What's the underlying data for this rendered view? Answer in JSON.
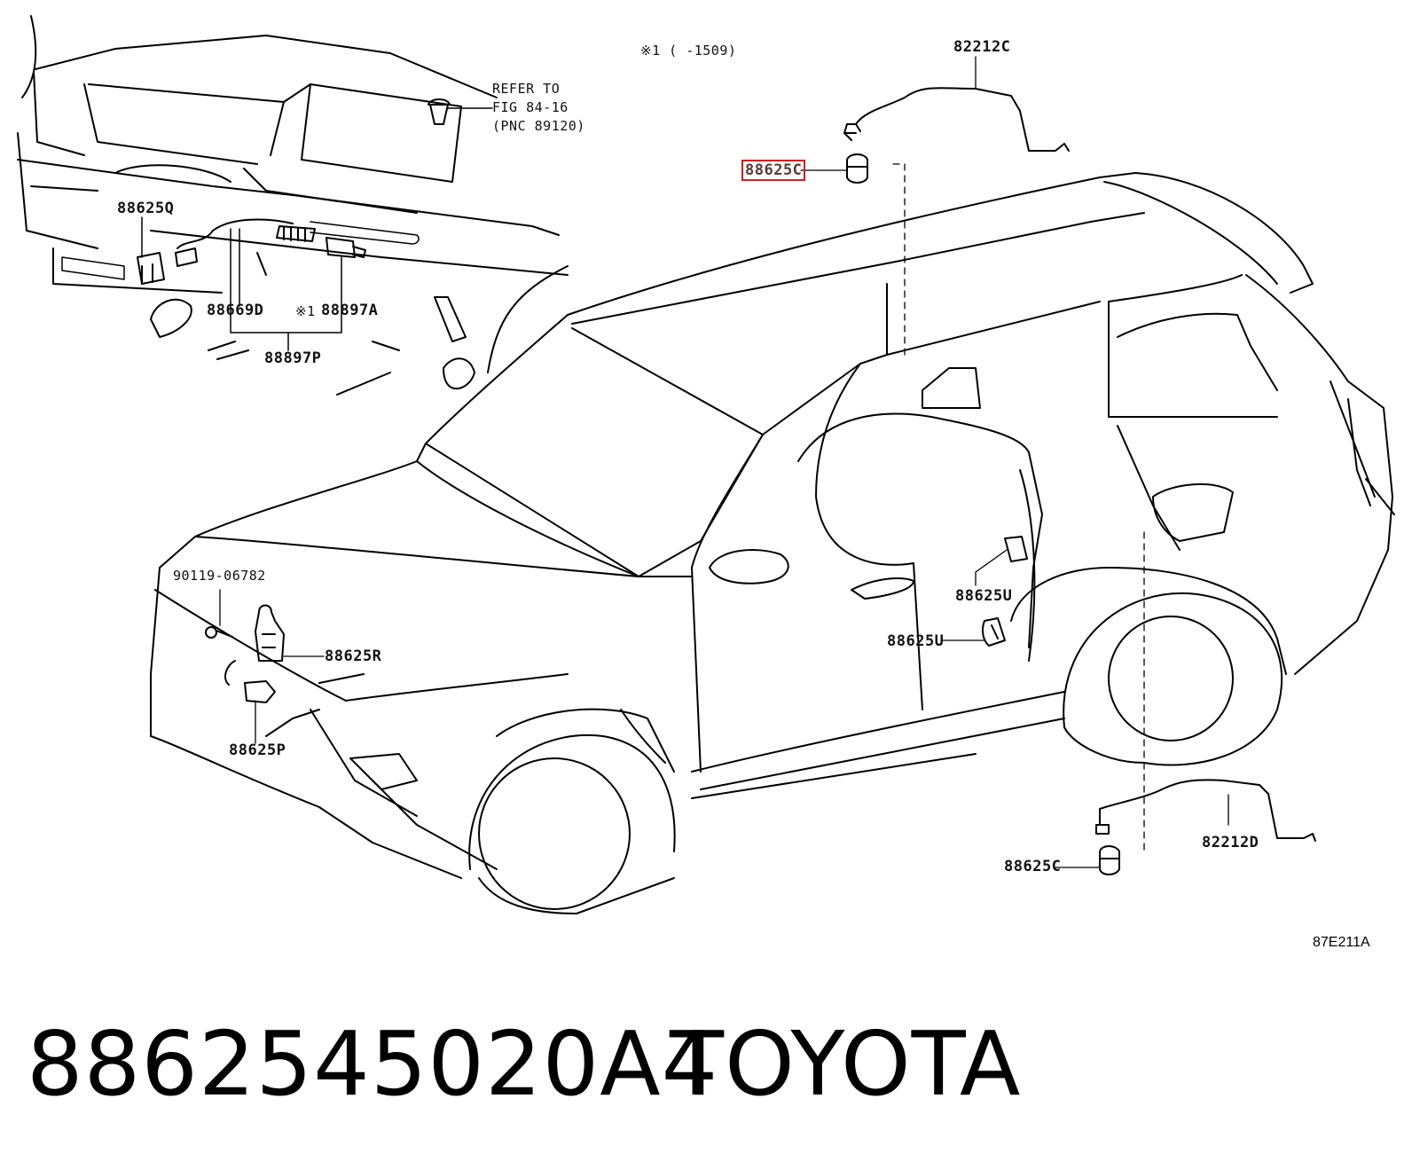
{
  "labels": {
    "note_range": "※1 (     -1509)",
    "refer_line1": "REFER TO",
    "refer_line2": "FIG 84-16",
    "refer_line3": "(PNC 89120)",
    "p82212c": "82212C",
    "p88625c_top": "88625C",
    "p88625q": "88625Q",
    "p88669d": "88669D",
    "note_mark": "※1",
    "p88897a": "88897A",
    "p88897p": "88897P",
    "p90119": "90119-06782",
    "p88625r": "88625R",
    "p88625p": "88625P",
    "p88625u_1": "88625U",
    "p88625u_2": "88625U",
    "p82212d": "82212D",
    "p88625c_bottom": "88625C",
    "figure_id": "87E211A"
  },
  "caption": {
    "part_number": "8862545020A4",
    "brand": "TOYOTA"
  },
  "colors": {
    "highlight": "#d21e1e",
    "line": "#000000"
  }
}
